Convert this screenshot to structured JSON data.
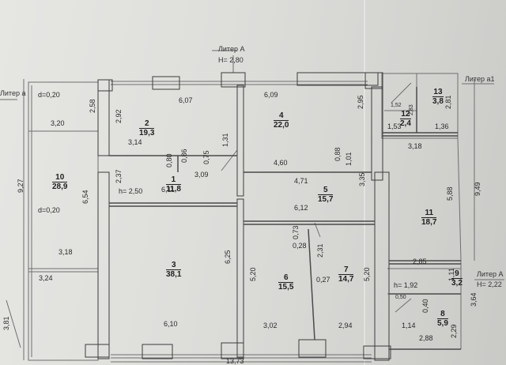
{
  "litera": {
    "a_main": {
      "label": "Литер А",
      "height": "Н= 2,80"
    },
    "a_small": "Литер а",
    "a1": "Литер а1",
    "a_lower": {
      "label": "Литер А",
      "height": "Н= 2,22"
    }
  },
  "rooms": [
    {
      "no": "1",
      "area": "11,8"
    },
    {
      "no": "2",
      "area": "19,3"
    },
    {
      "no": "3",
      "area": "38,1"
    },
    {
      "no": "4",
      "area": "22,0"
    },
    {
      "no": "5",
      "area": "15,7"
    },
    {
      "no": "6",
      "area": "15,5"
    },
    {
      "no": "7",
      "area": "14,7"
    },
    {
      "no": "8",
      "area": "5,9"
    },
    {
      "no": "9",
      "area": "3,2"
    },
    {
      "no": "10",
      "area": "28,9"
    },
    {
      "no": "11",
      "area": "18,7"
    },
    {
      "no": "12",
      "area": "2,4"
    },
    {
      "no": "13",
      "area": "3,8"
    }
  ],
  "dims": {
    "d_607": "6,07",
    "d_292": "2,92",
    "d_314": "3,14",
    "d_086": "0,86",
    "d_075": "0,75",
    "d_131": "1,31",
    "d_309": "3,09",
    "d_080": "0,80",
    "d_237": "2,37",
    "d_b250": "h= 2,50",
    "d_611": "6,11",
    "d_609": "6,09",
    "d_295": "2,95",
    "d_460": "4,60",
    "d_088": "0,88",
    "d_101": "1,01",
    "d_471": "4,71",
    "d_335": "3,35",
    "d_612": "6,12",
    "d_073": "0,73",
    "d_028": "0,28",
    "d_231": "2,31",
    "d_625": "6,25",
    "d_520a": "5,20",
    "d_027": "0,27",
    "d_520b": "5,20",
    "d_610": "6,10",
    "d_302": "3,02",
    "d_294": "2,94",
    "d_1373": "13,73",
    "d_d020a": "d=0,20",
    "d_320": "3,20",
    "d_258": "2,58",
    "d_927": "9,27",
    "d_654": "6,54",
    "d_d020b": "d=0,20",
    "d_318a": "3,18",
    "d_324": "3,24",
    "d_381": "3,81",
    "d_152": "1,52",
    "d_153": "1,53",
    "d_283": "2,83",
    "d_281": "2,81",
    "d_136": "1,36",
    "d_318b": "3,18",
    "d_949": "9,49",
    "d_588": "5,88",
    "d_285": "2,85",
    "d_h192": "h= 1,92",
    "d_111": "1,11",
    "d_364": "3,64",
    "d_050": "0,50",
    "d_040": "0,40",
    "d_114": "1,14",
    "d_229": "2,29",
    "d_288": "2,88"
  }
}
